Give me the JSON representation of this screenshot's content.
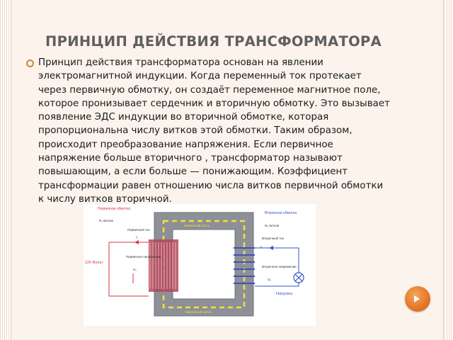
{
  "slide": {
    "title": "ПРИНЦИП ДЕЙСТВИЯ ТРАНСФОРМАТОРА",
    "body": "Принцип действия трансформатора основан на явлении электромагнитной индукции. Когда переменный ток протекает через первичную обмотку, он создаёт переменное магнитное поле, которое пронизывает сердечник и вторичную обмотку. Это вызывает появление ЭДС индукции во вторичной обмотке, которая пропорциональна числу витков этой обмотки. Таким образом, происходит преобразование напряжения. Если первичное напряжение больше вторичного , трансформатор называют повышающим, а если больше — понижающим. Коэффициент трансформации равен отношению числа витков первичной обмотки к числу витков вторичной.",
    "bullet_icon": "circle-bullet-icon",
    "nav_icon": "next-arrow-icon",
    "colors": {
      "accent": "#e0701f",
      "title": "#5f5f5f",
      "bullet": "#c98a35"
    }
  },
  "diagram": {
    "primary_winding": "Первичная обмотка",
    "primary_turns": "N₁ витков",
    "primary_current": "Первичный ток",
    "primary_current_symbol": "I₁",
    "primary_voltage": "Первичное напряжение",
    "primary_voltage_symbol": "U₁",
    "source": "220 Вольт",
    "flux_top": "Магнитный поток",
    "flux_bottom": "Магнитный поток",
    "secondary_winding": "Вторичная обмотка",
    "secondary_turns": "N₂ витков",
    "secondary_current": "Вторичный ток",
    "secondary_current_symbol": "I₂",
    "secondary_voltage": "Вторичное напряжение",
    "secondary_voltage_symbol": "U₂",
    "load": "Нагрузка",
    "lamp_icon": "lamp-icon"
  }
}
